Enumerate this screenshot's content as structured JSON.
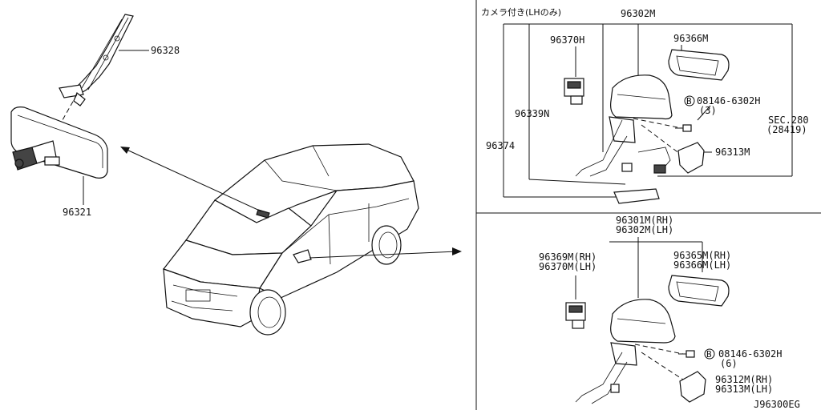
{
  "diagram": {
    "code": "J96300EG",
    "labels": {
      "camera_note": "カメラ付き(LHのみ)",
      "p96328": "96328",
      "p96321": "96321",
      "p96302m_top": "96302M",
      "p96370h": "96370H",
      "p96366m": "96366M",
      "bolt_top": "08146-6302H",
      "bolt_top_qty": "(3)",
      "p96339n": "96339N",
      "sec_ref": "SEC.280",
      "sec_ref_sub": "(28419)",
      "p96374": "96374",
      "p96313m": "96313M",
      "p96301m_rh": "96301M(RH)",
      "p96302m_lh": "96302M(LH)",
      "p96369m_rh": "96369M(RH)",
      "p96370m_lh": "96370M(LH)",
      "p96365m_rh": "96365M(RH)",
      "p96366m_lh": "96366M(LH)",
      "bolt_bottom": "08146-6302H",
      "bolt_bottom_qty": "(6)",
      "p96312m_rh": "96312M(RH)",
      "p96313m_lh": "96313M(LH)",
      "bolt_mark": "B"
    }
  }
}
